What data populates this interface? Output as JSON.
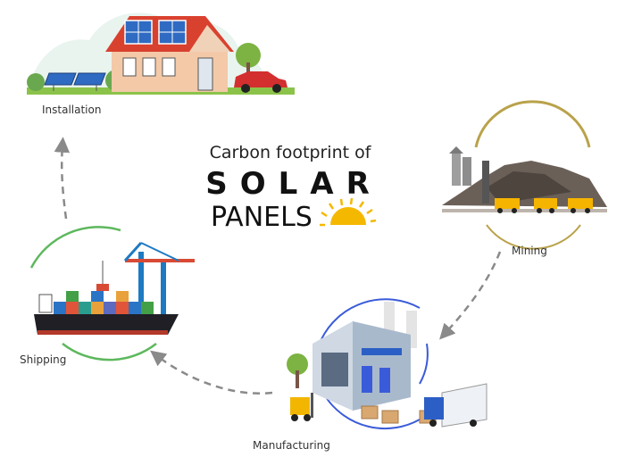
{
  "title": {
    "line1": "Carbon footprint of",
    "line2": "SOLAR",
    "line3": "PANELS"
  },
  "stages": {
    "installation": "Installation",
    "mining": "Mining",
    "manufacturing": "Manufacturing",
    "shipping": "Shipping"
  },
  "colors": {
    "arrow": "#8a8a8a",
    "sun": "#f5b800",
    "mining_ring": "#b9a24a",
    "manufacturing_ring": "#3a5bd9",
    "shipping_ring": "#5cb85c"
  }
}
